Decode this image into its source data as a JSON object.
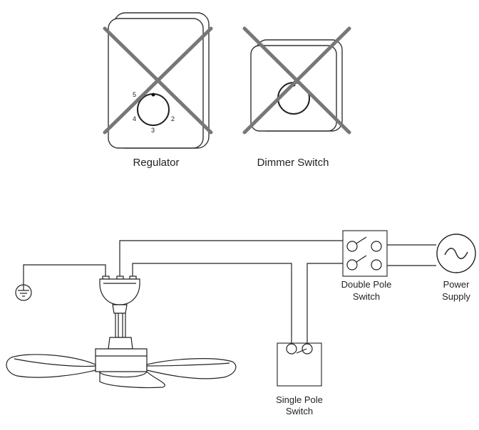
{
  "devices": {
    "regulator": {
      "label": "Regulator",
      "dial_marks": [
        "5",
        "4",
        "3",
        "2"
      ]
    },
    "dimmer": {
      "label": "Dimmer Switch"
    }
  },
  "wiring": {
    "double_pole_label_line1": "Double Pole",
    "double_pole_label_line2": "Switch",
    "power_label_line1": "Power",
    "power_label_line2": "Supply",
    "single_pole_label_line1": "Single Pole",
    "single_pole_label_line2": "Switch"
  },
  "colors": {
    "cross": "#777777",
    "line": "#222222"
  }
}
